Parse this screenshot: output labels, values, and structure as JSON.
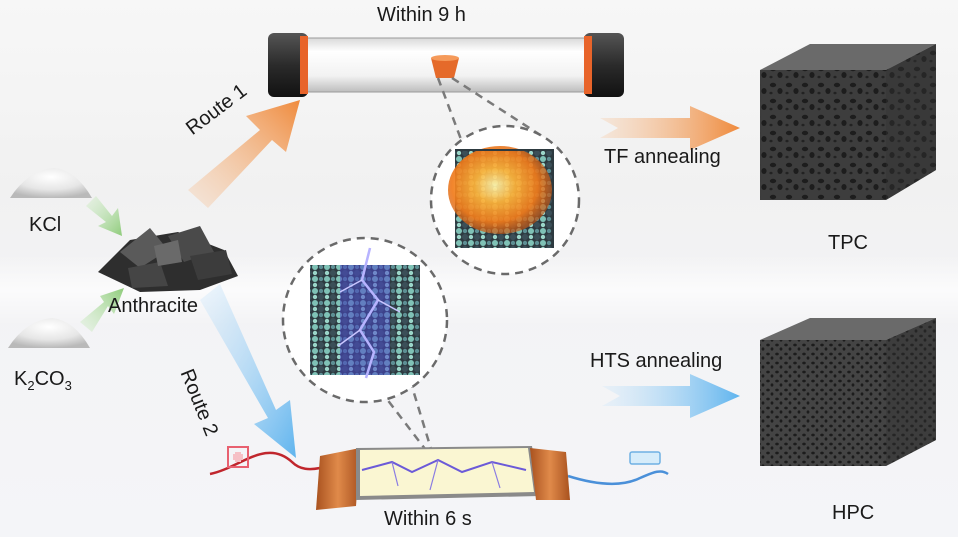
{
  "labels": {
    "within_9h": "Within 9 h",
    "route1": "Route 1",
    "route2": "Route 2",
    "tf_annealing": "TF annealing",
    "hts_annealing": "HTS annealing",
    "kcl": "KCl",
    "anthracite": "Anthracite",
    "k2co3_k": "K",
    "k2co3_sub2": "2",
    "k2co3_co": "CO",
    "k2co3_sub3": "3",
    "tpc": "TPC",
    "hpc": "HPC",
    "within_6s": "Within 6 s",
    "plus_sign": "+",
    "minus_sign": "−"
  },
  "colors": {
    "route1_arrow": "#ef8a3c",
    "route2_arrow": "#5fb4ee",
    "green_arrow": "#8ecb7a",
    "carbon": "#4a4a4a",
    "electrode": "#c9672a",
    "wire_positive": "#c0262d",
    "wire_negative": "#4a90d9"
  },
  "icons": {
    "furnace": "tube-furnace-icon",
    "joule_heater": "joule-heating-strip-icon",
    "powder": "salt-powder-icon",
    "coal": "anthracite-coal-icon",
    "carbon_cube": "porous-carbon-cube-icon"
  }
}
